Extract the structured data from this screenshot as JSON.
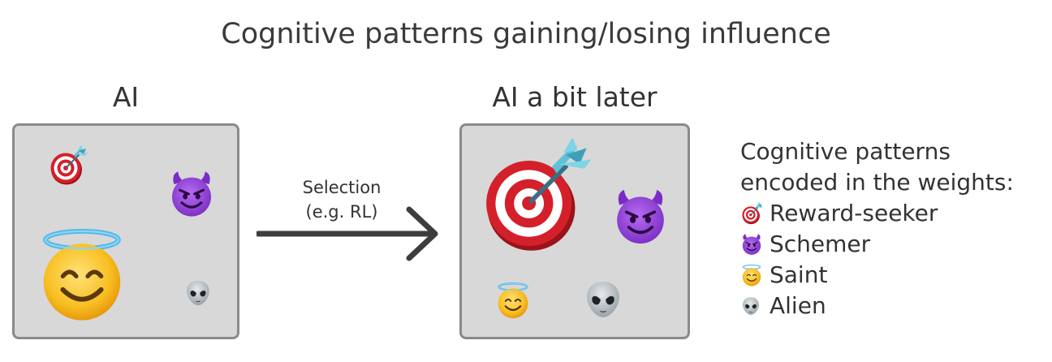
{
  "title": "Cognitive patterns gaining/losing influence",
  "left_panel": {
    "heading": "AI",
    "items": [
      {
        "icon": "reward-seeker-icon",
        "relative_size": "small"
      },
      {
        "icon": "schemer-icon",
        "relative_size": "small"
      },
      {
        "icon": "saint-icon",
        "relative_size": "large"
      },
      {
        "icon": "alien-icon",
        "relative_size": "small"
      }
    ]
  },
  "arrow": {
    "label_line1": "Selection",
    "label_line2": "(e.g. RL)"
  },
  "right_panel": {
    "heading": "AI a bit later",
    "items": [
      {
        "icon": "reward-seeker-icon",
        "relative_size": "large"
      },
      {
        "icon": "schemer-icon",
        "relative_size": "medium"
      },
      {
        "icon": "saint-icon",
        "relative_size": "small"
      },
      {
        "icon": "alien-icon",
        "relative_size": "medium"
      }
    ]
  },
  "legend": {
    "title_line1": "Cognitive patterns",
    "title_line2": "encoded in the weights:",
    "items": [
      {
        "icon": "reward-seeker-icon",
        "label": "Reward-seeker"
      },
      {
        "icon": "schemer-icon",
        "label": "Schemer"
      },
      {
        "icon": "saint-icon",
        "label": "Saint"
      },
      {
        "icon": "alien-icon",
        "label": "Alien"
      }
    ]
  },
  "colors": {
    "box_fill": "#d8d8d8",
    "box_border": "#8a8a8a",
    "arrow": "#3d3d3d",
    "schemer": "#8e3bd0",
    "saint": "#f5b41b",
    "target_red": "#d4202a",
    "alien": "#a9b0b4"
  }
}
